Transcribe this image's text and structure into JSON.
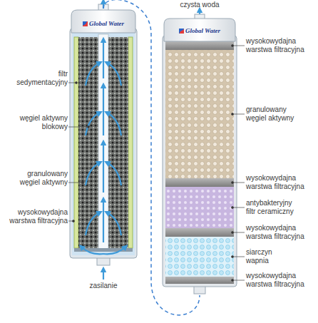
{
  "diagram": {
    "nodes": [
      {
        "text": [
          "Global Water"
        ]
      },
      {
        "text": [
          "Global Water"
        ]
      }
    ],
    "edges": [
      {
        "from": 0,
        "to": 1,
        "arrow": "none"
      }
    ],
    "labels": [
      "czysta woda",
      "filtr sedymentacyjny",
      "węgiel aktywny blokowy",
      "granulowany węgiel aktywny",
      "wysokowydajna warstwa filtracyjna",
      "zasilanie",
      "wysokowydajna warstwa filtracyjna",
      "granulowany węgiel aktywny",
      "wysokowydajna warstwa filtracyjna",
      "antybakteryjny filtr ceramiczny",
      "wysokowydajna warstwa filtracyjna",
      "siarczyn wapnia",
      "wysokowydajna warstwa filtracyjna"
    ]
  }
}
